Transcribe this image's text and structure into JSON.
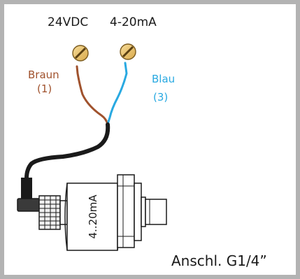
{
  "terminals": {
    "supply_label": "24VDC",
    "signal_label": "4-20mA"
  },
  "wires": {
    "brown_name": "Braun",
    "brown_number": "(1)",
    "blue_name": "Blau",
    "blue_number": "(3)"
  },
  "sensor": {
    "body_label": "4..20mA"
  },
  "connection": {
    "label": "Anschl. G1/4”"
  },
  "colors": {
    "frame": "#b3b3b3",
    "brown": "#a0522d",
    "blue": "#29a9e1",
    "cable": "#1a1a1a",
    "screw": "#ecc26a",
    "metal": "#e6e6e6"
  }
}
